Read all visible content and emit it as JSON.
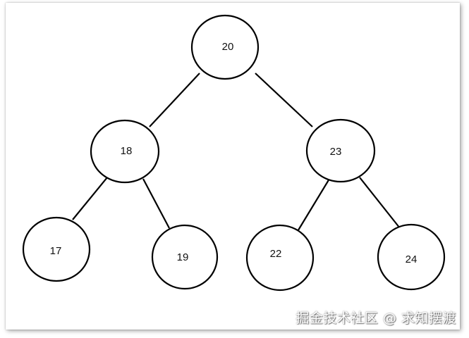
{
  "diagram": {
    "type": "binary-tree",
    "nodes": [
      {
        "id": "n20",
        "label": "20"
      },
      {
        "id": "n18",
        "label": "18"
      },
      {
        "id": "n23",
        "label": "23"
      },
      {
        "id": "n17",
        "label": "17"
      },
      {
        "id": "n19",
        "label": "19"
      },
      {
        "id": "n22",
        "label": "22"
      },
      {
        "id": "n24",
        "label": "24"
      }
    ],
    "edges": [
      {
        "from": "n20",
        "to": "n18"
      },
      {
        "from": "n20",
        "to": "n23"
      },
      {
        "from": "n18",
        "to": "n17"
      },
      {
        "from": "n18",
        "to": "n19"
      },
      {
        "from": "n23",
        "to": "n22"
      },
      {
        "from": "n23",
        "to": "n24"
      }
    ]
  },
  "watermark": {
    "text": "掘金技术社区 @ 求知摆渡"
  }
}
